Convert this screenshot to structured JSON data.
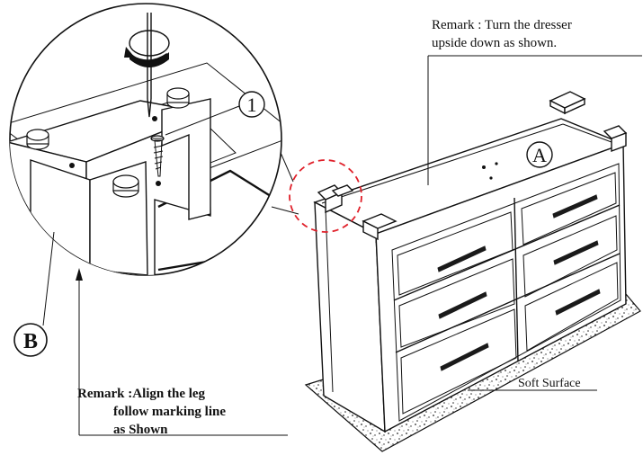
{
  "remarks": {
    "top_line1": "Remark : Turn the dresser",
    "top_line2": "upside down as shown.",
    "bottom_line1": "Remark :Align the leg",
    "bottom_line2": "follow marking line",
    "bottom_line3": "as Shown"
  },
  "labels": {
    "part_a": "A",
    "part_b": "B",
    "step_1": "1",
    "soft_surface": "Soft Surface"
  },
  "colors": {
    "ink": "#111111",
    "highlight_circle": "#e0202a",
    "background": "#ffffff"
  },
  "icons": {
    "screwdriver": "rotating-screwdriver-icon",
    "screw": "screw-icon"
  }
}
